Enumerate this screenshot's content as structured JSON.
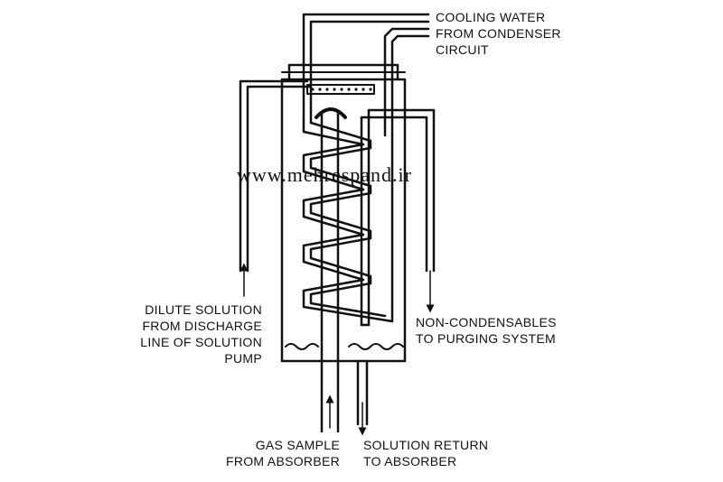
{
  "labels": {
    "cooling_water": [
      "COOLING WATER",
      "FROM CONDENSER",
      "CIRCUIT"
    ],
    "dilute_solution": [
      "DILUTE SOLUTION",
      "FROM DISCHARGE",
      "LINE OF SOLUTION",
      "PUMP"
    ],
    "non_condensables": [
      "NON-CONDENSABLES",
      "TO PURGING SYSTEM"
    ],
    "gas_sample": [
      "GAS SAMPLE",
      "FROM ABSORBER"
    ],
    "solution_return": [
      "SOLUTION RETURN",
      "TO ABSORBER"
    ]
  },
  "watermark": "www.mehrespand.ir",
  "colors": {
    "ink": "#111111",
    "background": "#ffffff"
  }
}
